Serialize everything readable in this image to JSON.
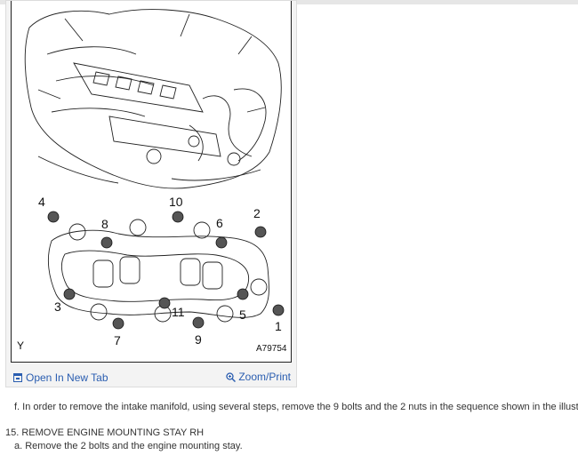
{
  "figure": {
    "corner_label": "Y",
    "figure_id": "A79754",
    "bolt_numbers": [
      "1",
      "2",
      "3",
      "4",
      "5",
      "6",
      "7",
      "8",
      "9",
      "10",
      "11"
    ]
  },
  "actions": {
    "open_tab_label": "Open In New Tab",
    "open_tab_icon": "open-tab-icon",
    "zoom_label": "Zoom/Print",
    "zoom_icon": "magnifier-icon"
  },
  "steps": {
    "f": "f. In order to remove the intake manifold, using several steps, remove the 9 bolts and the 2 nuts in the sequence shown in the illustration.",
    "s15": "15. REMOVE ENGINE MOUNTING STAY RH",
    "a": "a. Remove the 2 bolts and the engine mounting stay."
  },
  "colors": {
    "link": "#2a5db0",
    "card_bg": "#f3f3f3"
  }
}
